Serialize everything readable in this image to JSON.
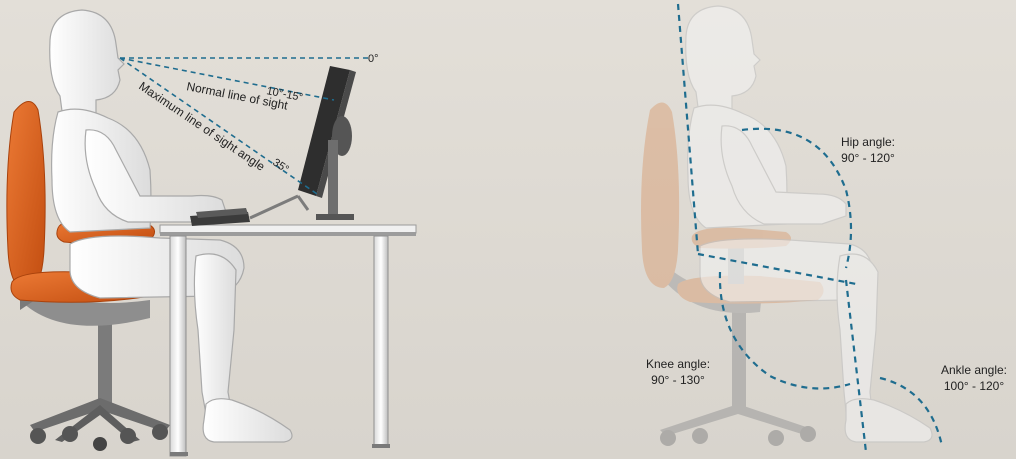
{
  "colors": {
    "background": "#dedad3",
    "chair_orange": "#d85a17",
    "chair_faded": "#d9a57f",
    "body_white": "#f4f4f4",
    "body_outline": "#a9a9a9",
    "metal_gray": "#8c8c8c",
    "dark_gray": "#4a4a4a",
    "dashed_line": "#1f6d8f"
  },
  "sight": {
    "zero_label": "0°",
    "normal_range_label": "10°-15°",
    "normal_line_label": "Normal line of sight",
    "max_angle_label": "35°",
    "max_line_label": "Maximum line of sight angle"
  },
  "angles": {
    "hip_title": "Hip angle:",
    "hip_range": "90° - 120°",
    "knee_title": "Knee angle:",
    "knee_range": "90° - 130°",
    "ankle_title": "Ankle angle:",
    "ankle_range": "100° - 120°"
  }
}
